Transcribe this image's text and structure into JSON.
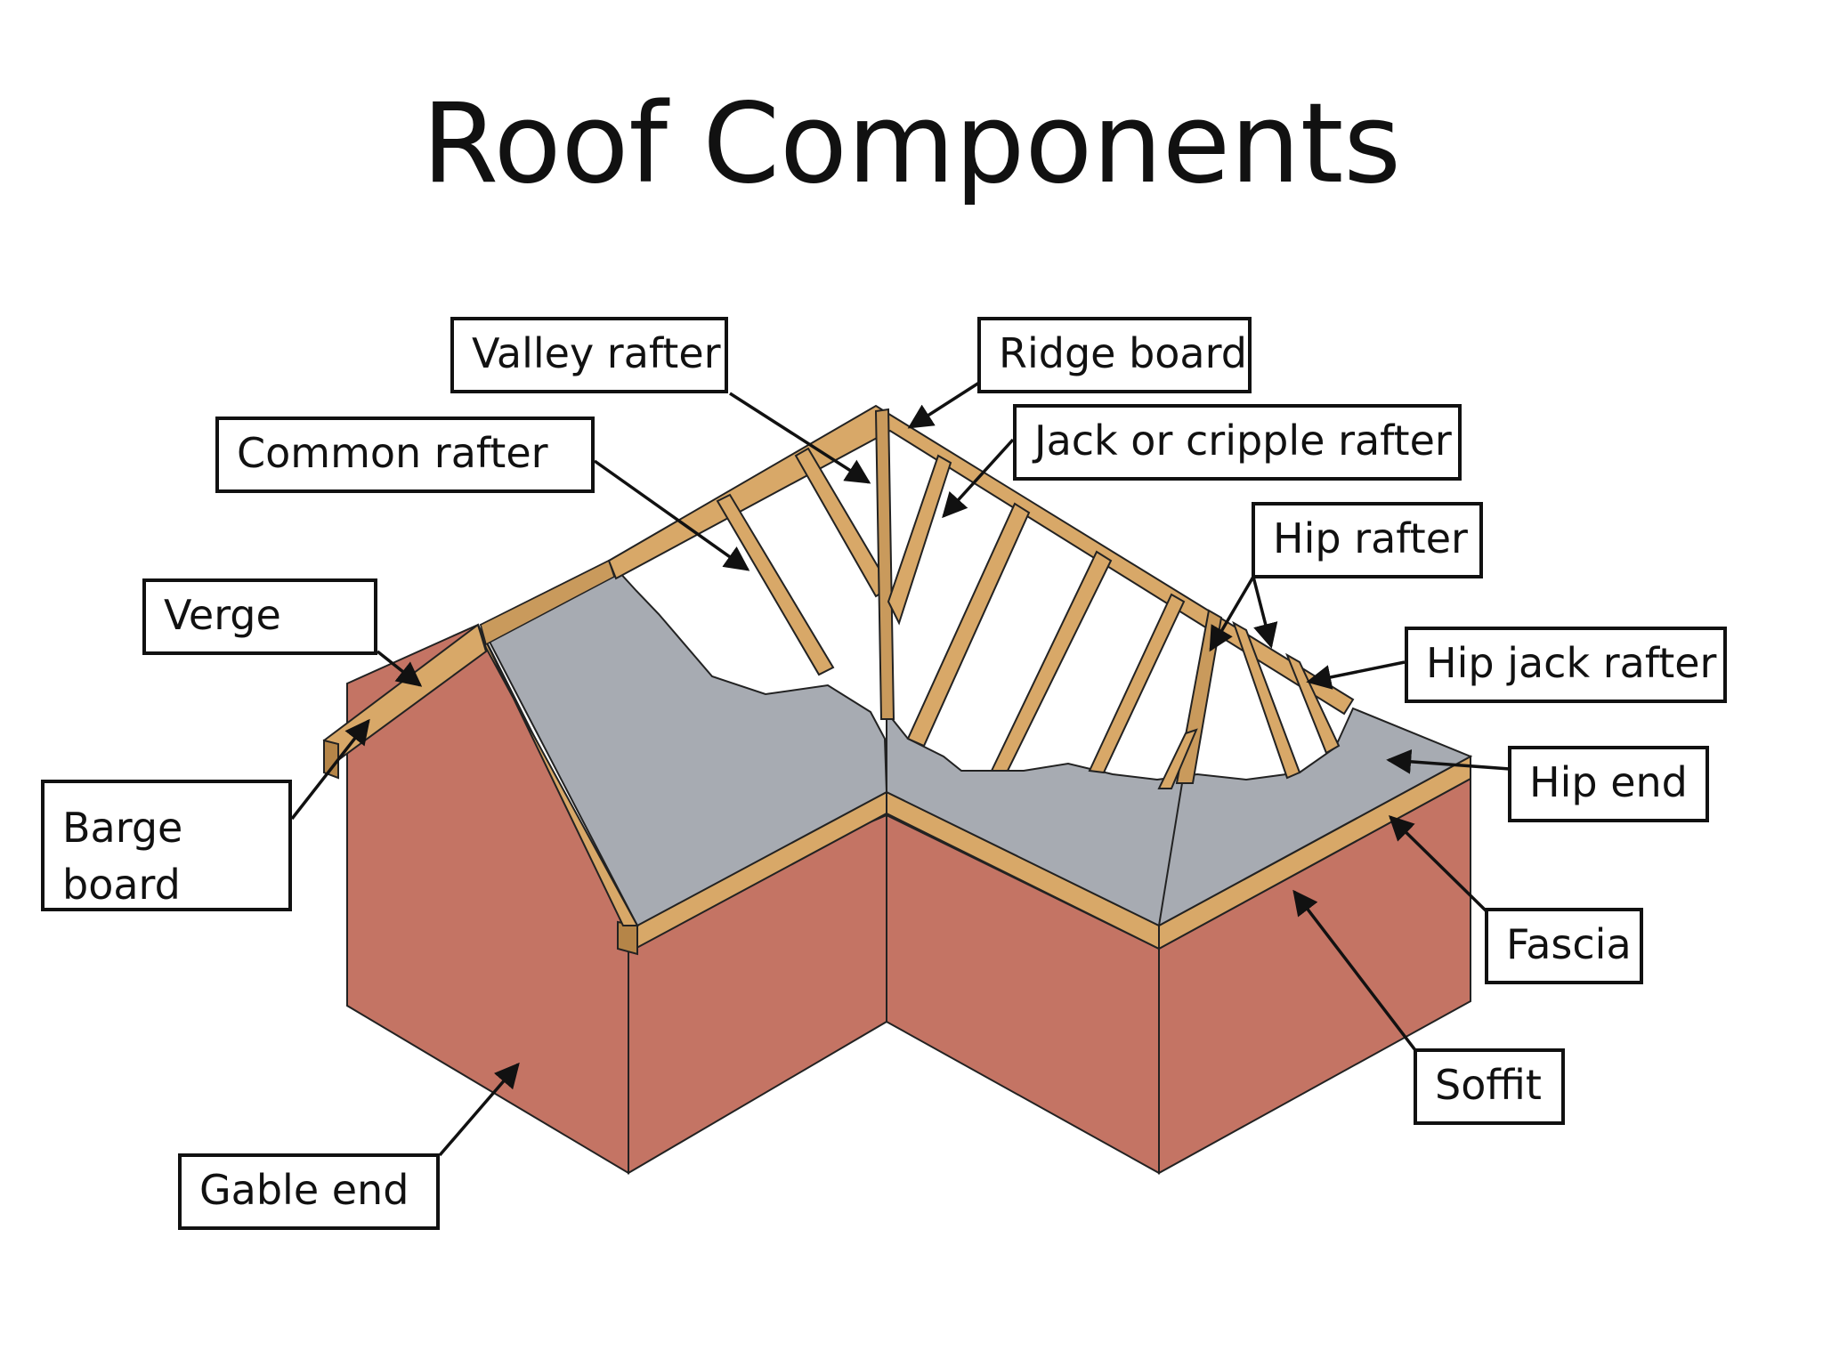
{
  "title": "Roof Components",
  "labels": {
    "valley_rafter": "Valley rafter",
    "ridge_board": "Ridge board",
    "common_rafter": "Common rafter",
    "jack_or_cripple_rafter": "Jack or cripple rafter",
    "hip_rafter": "Hip rafter",
    "verge": "Verge",
    "hip_jack_rafter": "Hip jack rafter",
    "barge_board": "Barge board",
    "hip_end": "Hip end",
    "fascia": "Fascia",
    "soffit": "Soffit",
    "gable_end": "Gable end"
  },
  "colors": {
    "wall": "#c47464",
    "roof": "#a7abb2",
    "timber": "#d8a868",
    "timber_shade": "#b58548",
    "outline": "#222222"
  }
}
